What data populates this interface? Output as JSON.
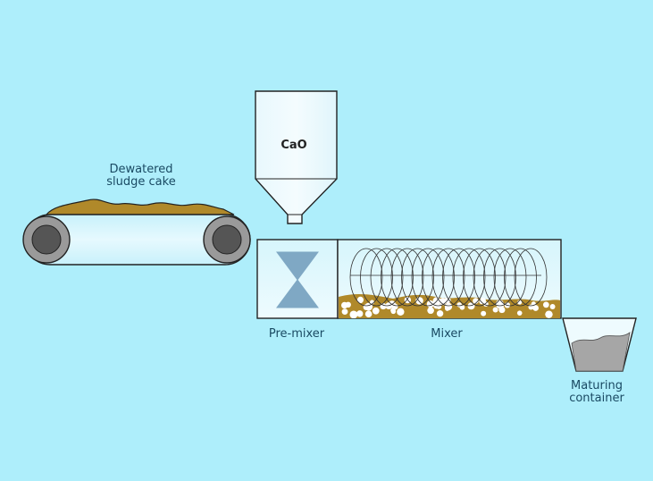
{
  "labels": {
    "sludge_line1": "Dewatered",
    "sludge_line2": "sludge cake",
    "lime": "CaO",
    "premixer": "Pre-mixer",
    "mixer": "Mixer",
    "maturing_line1": "Maturing",
    "maturing_line2": "container"
  },
  "colors": {
    "background": "#aeeefb",
    "sludge": "#b0892a",
    "outline": "#222222",
    "belt_fill": "#d8f6fd",
    "roller_outer": "#9a9a9a",
    "roller_inner": "#555555",
    "premixer_shape": "#7fa8c4",
    "lime_particles": "#ffffff",
    "maturing_fill": "#a6a6a6"
  }
}
